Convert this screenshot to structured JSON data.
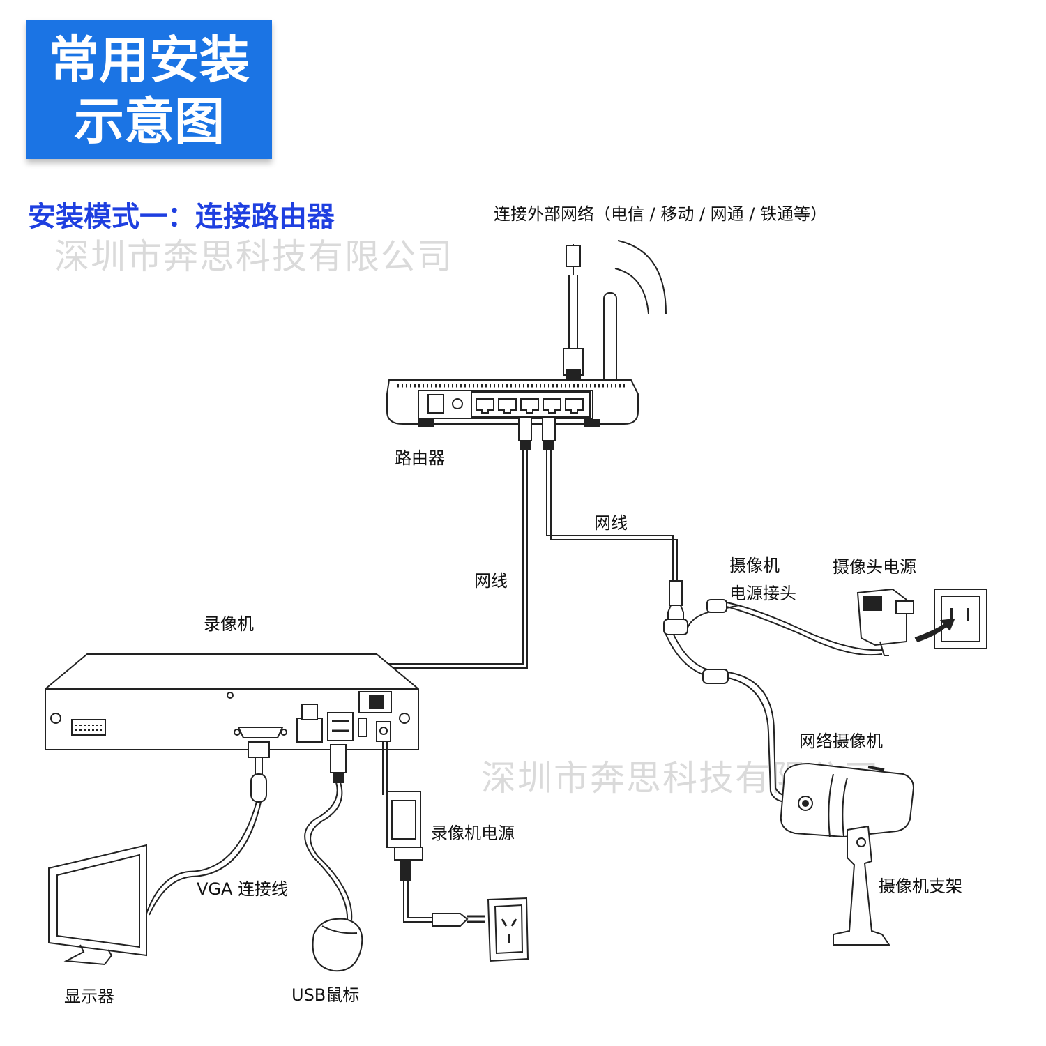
{
  "title": {
    "line1": "常用安装",
    "line2": "示意图"
  },
  "subtitle": "安装模式一：连接路由器",
  "watermark": "深圳市奔思科技有限公司",
  "labels": {
    "external_network": "连接外部网络（电信 / 移动 / 网通 / 铁通等）",
    "router": "路由器",
    "net_cable_1": "网线",
    "net_cable_2": "网线",
    "nvr": "录像机",
    "camera_power_connector_1": "摄像机",
    "camera_power_connector_2": "电源接头",
    "camera_power_supply": "摄像头电源",
    "ip_camera": "网络摄像机",
    "nvr_power": "录像机电源",
    "vga_cable": "VGA 连接线",
    "camera_bracket": "摄像机支架",
    "monitor": "显示器",
    "usb_mouse": "USB鼠标"
  },
  "colors": {
    "title_bg": "#1b74e4",
    "subtitle": "#1e3fe0"
  }
}
